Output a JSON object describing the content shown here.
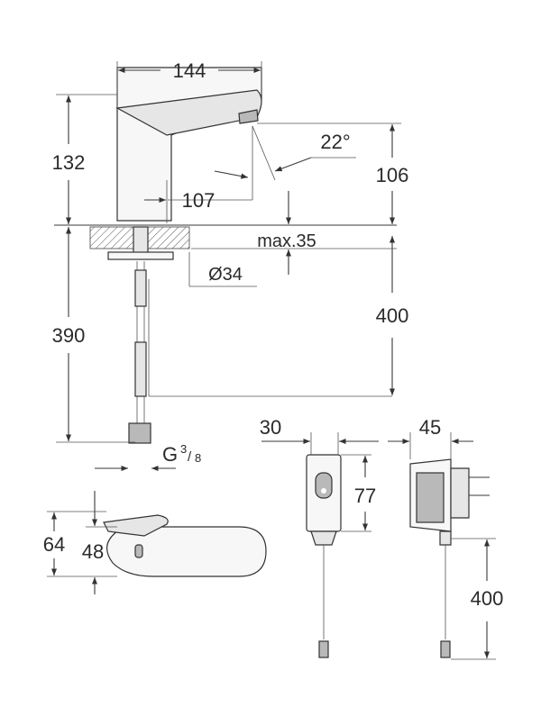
{
  "dimensions": {
    "spout_length": "144",
    "height_above_deck": "132",
    "spout_reach": "107",
    "spray_angle": "22°",
    "outlet_height": "106",
    "deck_thickness": "max.35",
    "hole_diameter": "Ø34",
    "hose_length_body": "400",
    "total_below_deck": "390",
    "thread_size": "G",
    "thread_frac_num": "3",
    "thread_frac_den": "8",
    "sensor_box_width": "30",
    "sensor_box_height": "77",
    "adapter_width": "45",
    "adapter_cable": "400",
    "top_view_width": "64",
    "top_view_depth": "48"
  }
}
